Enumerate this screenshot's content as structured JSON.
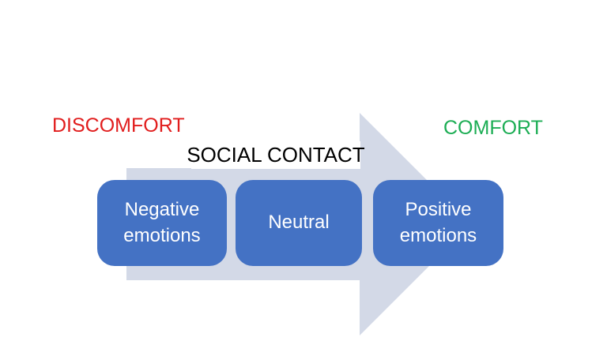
{
  "slide": {
    "background": "#FFFFFF",
    "labels": {
      "discomfort": {
        "text": "DISCOMFORT",
        "color": "#E11D1D"
      },
      "comfort": {
        "text": "COMFORT",
        "color": "#1CAD54"
      },
      "social_contact": {
        "text": "SOCIAL CONTACT",
        "color": "#000000"
      }
    },
    "arrow": {
      "description": "right-pointing block arrow behind boxes",
      "fill": "#D3D9E7",
      "direction": "right"
    },
    "boxes": [
      {
        "label": "Negative emotions",
        "fill": "#4472C4",
        "text_color": "#FFFFFF"
      },
      {
        "label": "Neutral",
        "fill": "#4472C4",
        "text_color": "#FFFFFF"
      },
      {
        "label": "Positive emotions",
        "fill": "#4472C4",
        "text_color": "#FFFFFF"
      }
    ]
  }
}
